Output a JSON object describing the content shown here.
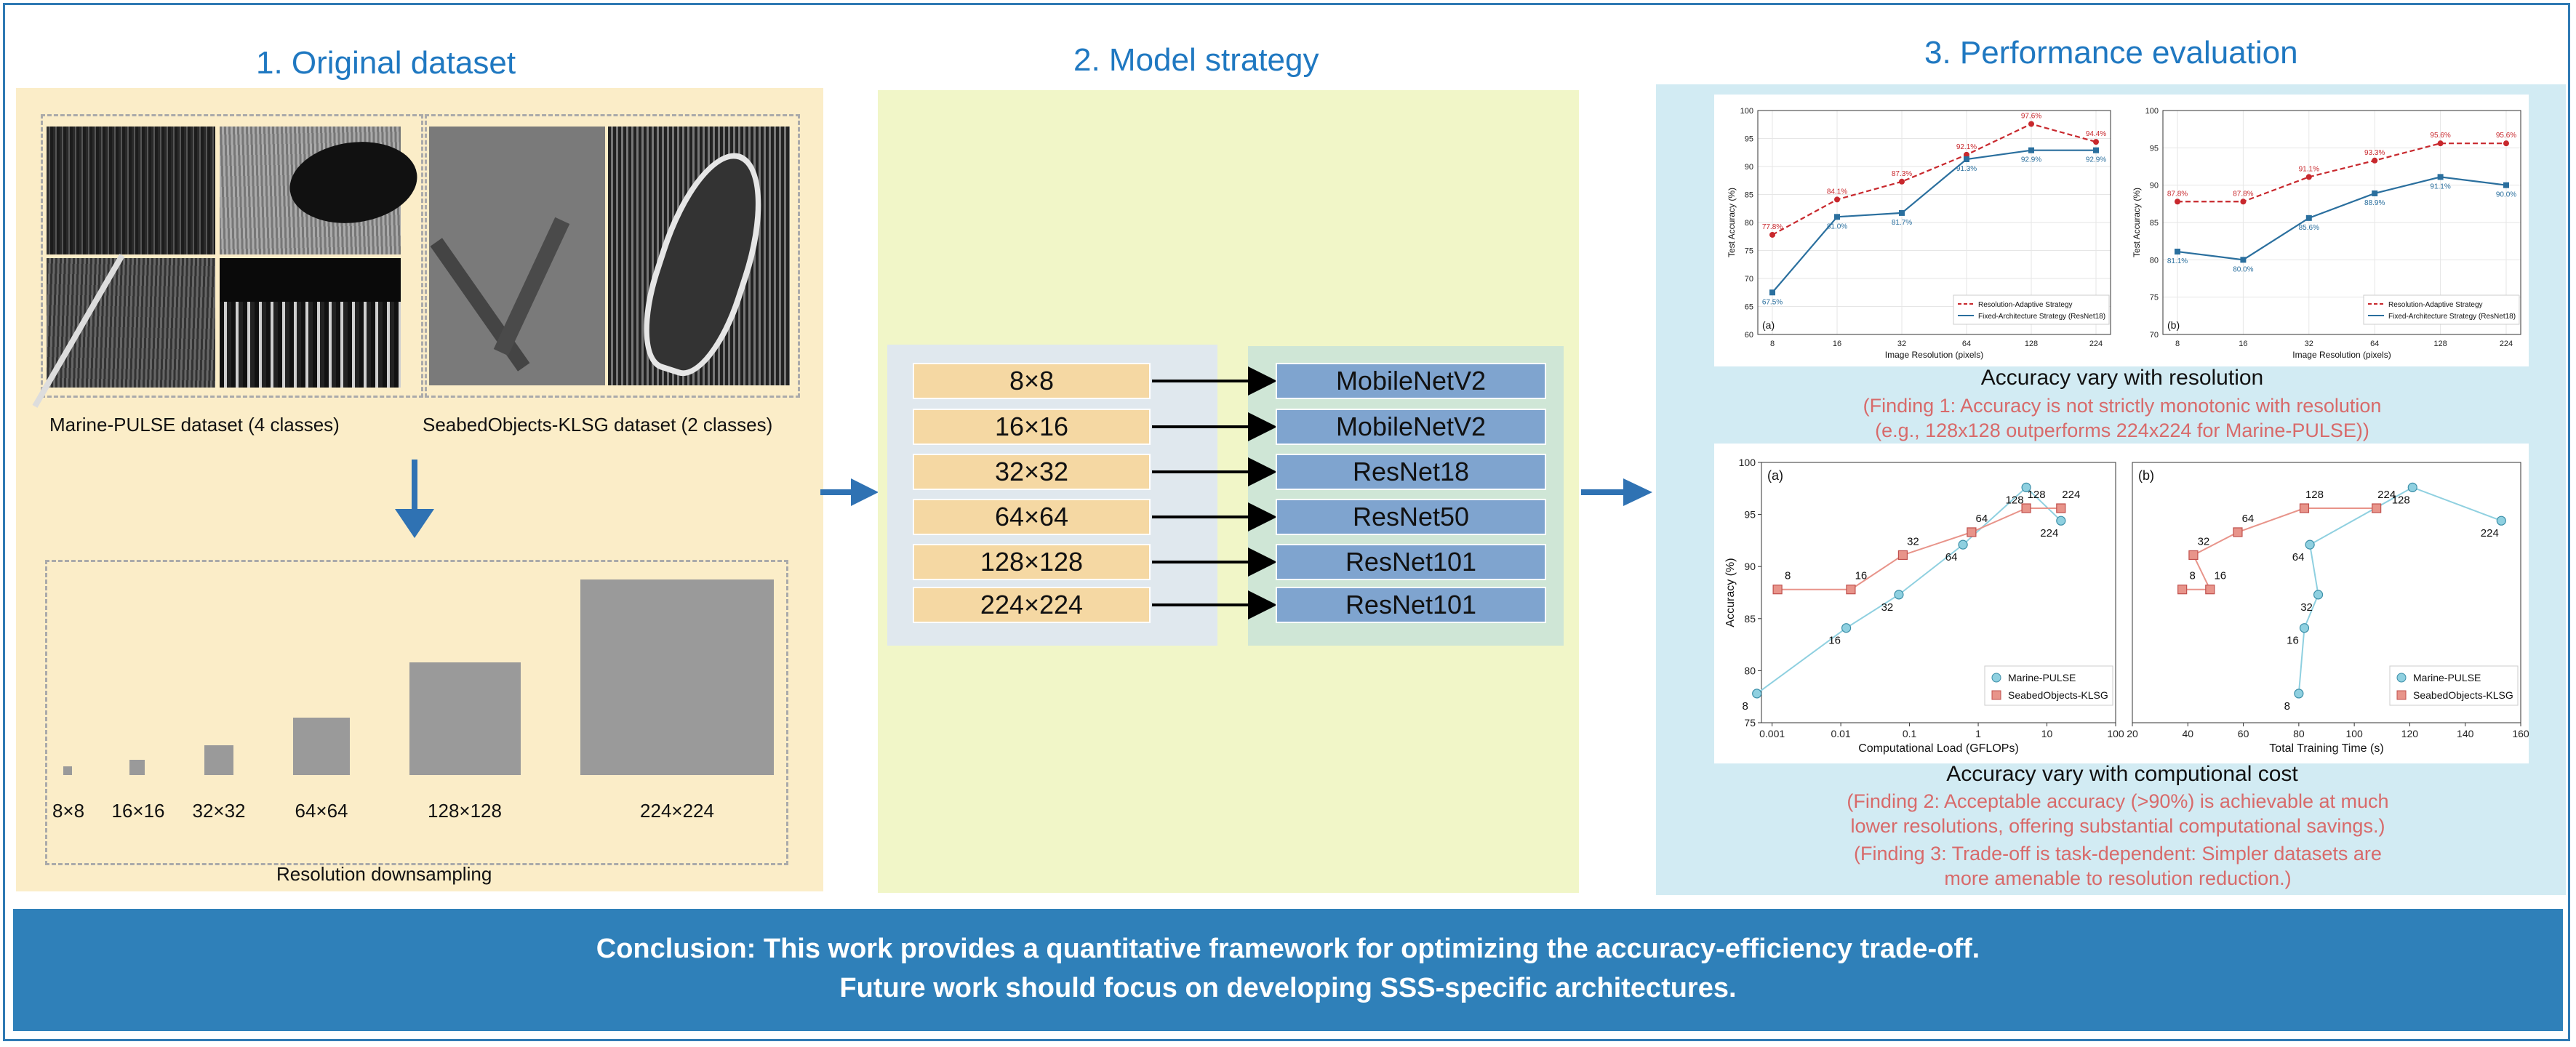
{
  "sections": {
    "original_dataset": {
      "title": "1.  Original dataset",
      "marine_caption": "Marine-PULSE dataset (4 classes)",
      "seabed_caption": "SeabedObjects-KLSG dataset (2 classes)",
      "downsampling_caption": "Resolution downsampling",
      "resolutions": [
        "8×8",
        "16×16",
        "32×32",
        "64×64",
        "128×128",
        "224×224"
      ]
    },
    "model_strategy": {
      "title": "2. Model strategy",
      "rows": [
        {
          "resolution": "8×8",
          "model": "MobileNetV2"
        },
        {
          "resolution": "16×16",
          "model": "MobileNetV2"
        },
        {
          "resolution": "32×32",
          "model": "ResNet18"
        },
        {
          "resolution": "64×64",
          "model": "ResNet50"
        },
        {
          "resolution": "128×128",
          "model": "ResNet101"
        },
        {
          "resolution": "224×224",
          "model": "ResNet101"
        }
      ]
    },
    "performance": {
      "title": "3. Performance evaluation",
      "sub1": "Accuracy vary with resolution",
      "finding1": [
        "(Finding 1: Accuracy is not strictly monotonic with resolution",
        "(e.g., 128x128 outperforms 224x224 for Marine-PULSE))"
      ],
      "sub2": "Accuracy vary with computional cost",
      "finding2": [
        "(Finding 2: Acceptable accuracy (>90%) is achievable at much",
        "lower resolutions, offering substantial computational savings.)"
      ],
      "finding3": [
        "(Finding 3: Trade-off is task-dependent: Simpler datasets are",
        "more amenable to resolution reduction.)"
      ]
    }
  },
  "conclusion": {
    "line1": "Conclusion: This work provides a quantitative framework for optimizing the accuracy-efficiency trade-off.",
    "line2": "Future work should focus on developing SSS-specific architectures."
  },
  "colors": {
    "adaptive": "#c8282d",
    "fixed": "#2a6f9e",
    "marine": "#8fd0e0",
    "seabed": "#e8948a"
  },
  "chart_data": [
    {
      "type": "line",
      "panel": "(a)",
      "xlabel": "Image Resolution (pixels)",
      "ylabel": "Test Accuracy (%)",
      "categories": [
        "8",
        "16",
        "32",
        "64",
        "128",
        "224"
      ],
      "ylim": [
        60,
        100
      ],
      "yticks": [
        "60",
        "65",
        "70",
        "75",
        "80",
        "85",
        "90",
        "95",
        "100"
      ],
      "legend_position": "bottom-right",
      "series": [
        {
          "name": "Resolution-Adaptive Strategy",
          "values": [
            77.8,
            84.1,
            87.3,
            92.1,
            97.6,
            94.4
          ],
          "labels": [
            "77.8%",
            "84.1%",
            "87.3%",
            "92.1%",
            "97.6%",
            "94.4%"
          ]
        },
        {
          "name": "Fixed-Architecture Strategy (ResNet18)",
          "values": [
            67.5,
            81.0,
            81.7,
            91.3,
            92.9,
            92.9
          ],
          "labels": [
            "67.5%",
            "81.0%",
            "81.7%",
            "91.3%",
            "92.9%",
            "92.9%"
          ]
        }
      ]
    },
    {
      "type": "line",
      "panel": "(b)",
      "xlabel": "Image Resolution (pixels)",
      "ylabel": "Test Accuracy (%)",
      "categories": [
        "8",
        "16",
        "32",
        "64",
        "128",
        "224"
      ],
      "ylim": [
        70,
        100
      ],
      "yticks": [
        "70",
        "75",
        "80",
        "85",
        "90",
        "95",
        "100"
      ],
      "legend_position": "bottom-right",
      "series": [
        {
          "name": "Resolution-Adaptive Strategy",
          "values": [
            87.8,
            87.8,
            91.1,
            93.3,
            95.6,
            95.6
          ],
          "labels": [
            "87.8%",
            "87.8%",
            "91.1%",
            "93.3%",
            "95.6%",
            "95.6%"
          ]
        },
        {
          "name": "Fixed-Architecture Strategy (ResNet18)",
          "values": [
            81.1,
            80.0,
            85.6,
            88.9,
            91.1,
            90.0
          ],
          "labels": [
            "81.1%",
            "80.0%",
            "85.6%",
            "88.9%",
            "91.1%",
            "90.0%"
          ]
        }
      ]
    },
    {
      "type": "scatter",
      "panel": "(a)",
      "xlabel": "Computational Load (GFLOPs)",
      "ylabel": "Accuracy (%)",
      "xscale": "log",
      "xlim": [
        0.0007,
        100
      ],
      "xticks": [
        0.001,
        0.01,
        0.1,
        1,
        10,
        100
      ],
      "xticklabels": [
        "0.001",
        "0.01",
        "0.1",
        "1",
        "10",
        "100"
      ],
      "ylim": [
        75,
        100
      ],
      "yticks": [
        "75",
        "80",
        "85",
        "90",
        "95",
        "100"
      ],
      "legend_position": "bottom-right",
      "series": [
        {
          "name": "Marine-PULSE",
          "x": [
            0.0006,
            0.012,
            0.07,
            0.6,
            5.0,
            16.0
          ],
          "y": [
            77.8,
            84.1,
            87.3,
            92.1,
            97.6,
            94.4
          ],
          "labels": [
            "8",
            "16",
            "32",
            "64",
            "128",
            "224"
          ]
        },
        {
          "name": "SeabedObjects-KLSG",
          "x": [
            0.0012,
            0.014,
            0.08,
            0.8,
            5.0,
            16.0
          ],
          "y": [
            87.8,
            87.8,
            91.1,
            93.3,
            95.6,
            95.6
          ],
          "labels": [
            "8",
            "16",
            "32",
            "64",
            "128",
            "224"
          ]
        }
      ]
    },
    {
      "type": "scatter",
      "panel": "(b)",
      "xlabel": "Total Training Time (s)",
      "xlim": [
        20,
        160
      ],
      "xticks": [
        20,
        40,
        60,
        80,
        100,
        120,
        140,
        160
      ],
      "xticklabels": [
        "20",
        "40",
        "60",
        "80",
        "100",
        "120",
        "140",
        "160"
      ],
      "ylim": [
        75,
        100
      ],
      "legend_position": "bottom-right",
      "series": [
        {
          "name": "Marine-PULSE",
          "x": [
            80,
            82,
            87,
            84,
            121,
            153
          ],
          "y": [
            77.8,
            84.1,
            87.3,
            92.1,
            97.6,
            94.4
          ],
          "labels": [
            "8",
            "16",
            "32",
            "64",
            "128",
            "224"
          ]
        },
        {
          "name": "SeabedObjects-KLSG",
          "x": [
            38,
            48,
            42,
            58,
            82,
            108
          ],
          "y": [
            87.8,
            87.8,
            91.1,
            93.3,
            95.6,
            95.6
          ],
          "labels": [
            "8",
            "16",
            "32",
            "64",
            "128",
            "224"
          ]
        }
      ]
    }
  ]
}
